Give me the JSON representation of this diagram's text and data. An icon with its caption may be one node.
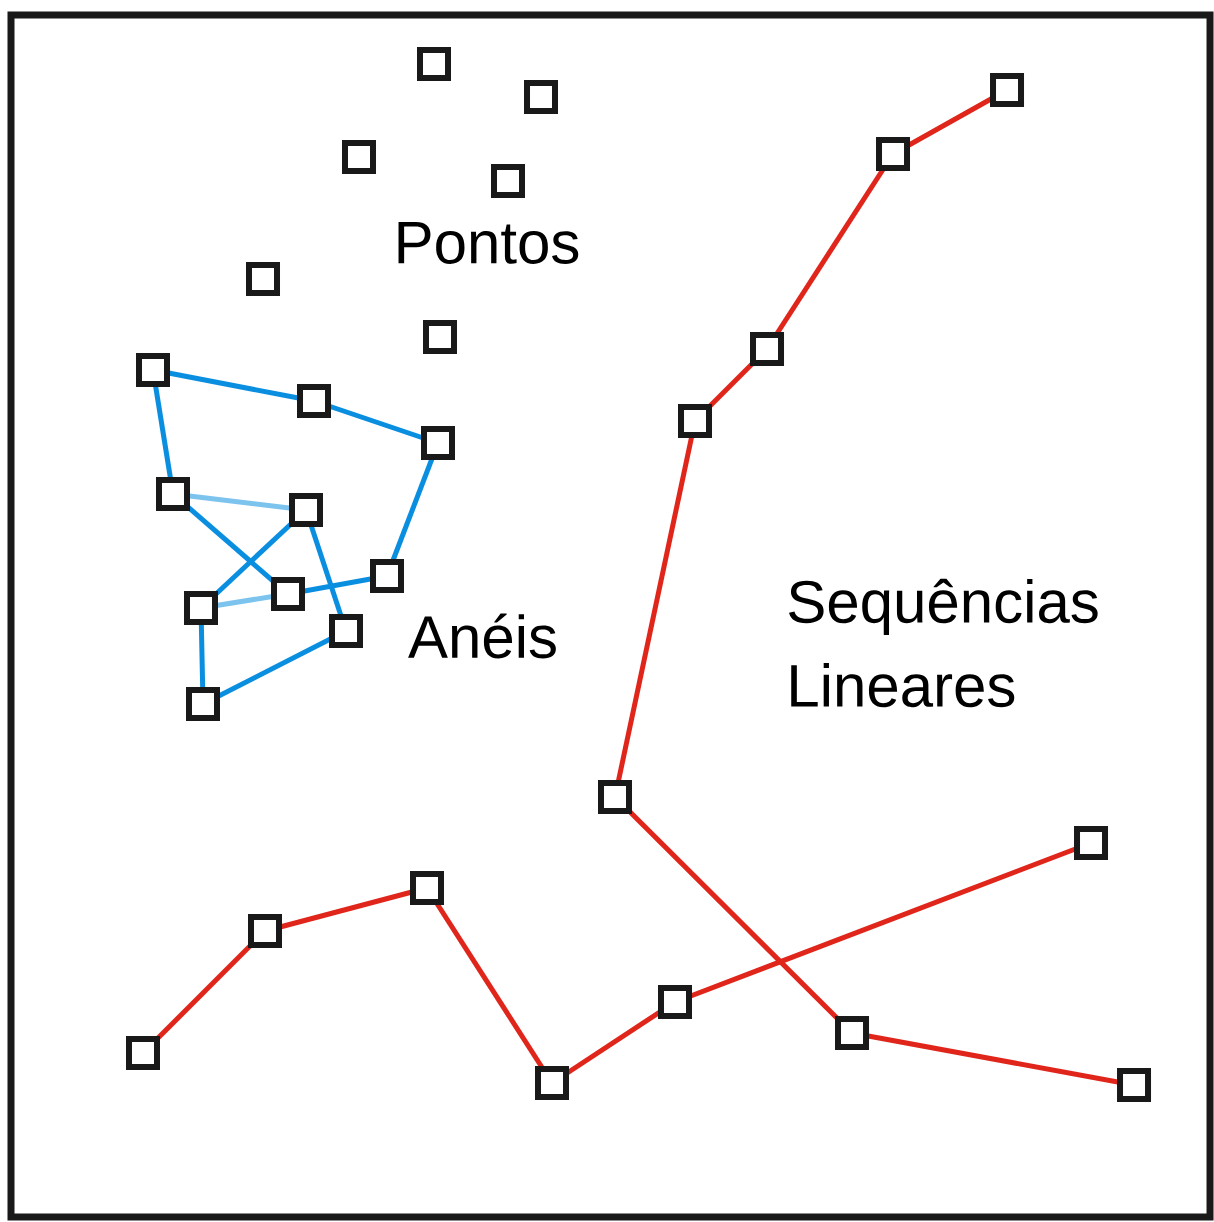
{
  "diagram": {
    "nodes": [
      {
        "text": [],
        "shape": "box"
      },
      {
        "text": [],
        "shape": "box"
      },
      {
        "text": [],
        "shape": "box"
      },
      {
        "text": [],
        "shape": "box"
      },
      {
        "text": [],
        "shape": "box"
      },
      {
        "text": [],
        "shape": "box"
      },
      {
        "text": [],
        "shape": "box"
      },
      {
        "text": [],
        "shape": "box"
      },
      {
        "text": [],
        "shape": "box"
      },
      {
        "text": [],
        "shape": "box"
      },
      {
        "text": [],
        "shape": "box"
      },
      {
        "text": [],
        "shape": "box"
      },
      {
        "text": [],
        "shape": "box"
      },
      {
        "text": [],
        "shape": "box"
      },
      {
        "text": [],
        "shape": "box"
      },
      {
        "text": [],
        "shape": "box"
      },
      {
        "text": [],
        "shape": "box"
      },
      {
        "text": [],
        "shape": "box"
      },
      {
        "text": [],
        "shape": "box"
      },
      {
        "text": [],
        "shape": "box"
      },
      {
        "text": [],
        "shape": "box"
      },
      {
        "text": [],
        "shape": "box"
      },
      {
        "text": [],
        "shape": "box"
      },
      {
        "text": [],
        "shape": "box"
      },
      {
        "text": [],
        "shape": "box"
      },
      {
        "text": [],
        "shape": "box"
      },
      {
        "text": [],
        "shape": "box"
      },
      {
        "text": [],
        "shape": "box"
      },
      {
        "text": [],
        "shape": "box"
      }
    ],
    "edges": [
      {
        "from": 6,
        "to": 7,
        "arrow": "none",
        "color": "#0a8ee0"
      },
      {
        "from": 7,
        "to": 8,
        "arrow": "none",
        "color": "#0a8ee0"
      },
      {
        "from": 6,
        "to": 9,
        "arrow": "none",
        "color": "#0a8ee0"
      },
      {
        "from": 8,
        "to": 11,
        "arrow": "none",
        "color": "#0a8ee0"
      },
      {
        "from": 11,
        "to": 12,
        "arrow": "none",
        "color": "#0a8ee0"
      },
      {
        "from": 9,
        "to": 12,
        "arrow": "none",
        "color": "#0a8ee0"
      },
      {
        "from": 10,
        "to": 13,
        "arrow": "none",
        "color": "#0a8ee0"
      },
      {
        "from": 10,
        "to": 14,
        "arrow": "none",
        "color": "#0a8ee0"
      },
      {
        "from": 13,
        "to": 15,
        "arrow": "none",
        "color": "#0a8ee0"
      },
      {
        "from": 15,
        "to": 14,
        "arrow": "none",
        "color": "#0a8ee0"
      },
      {
        "from": 9,
        "to": 10,
        "arrow": "none",
        "color": "#7cc3ee"
      },
      {
        "from": 13,
        "to": 12,
        "arrow": "none",
        "color": "#7cc3ee"
      },
      {
        "from": 16,
        "to": 17,
        "arrow": "none",
        "color": "#e0251b"
      },
      {
        "from": 17,
        "to": 18,
        "arrow": "none",
        "color": "#e0251b"
      },
      {
        "from": 18,
        "to": 19,
        "arrow": "none",
        "color": "#e0251b"
      },
      {
        "from": 19,
        "to": 20,
        "arrow": "none",
        "color": "#e0251b"
      },
      {
        "from": 20,
        "to": 21,
        "arrow": "none",
        "color": "#e0251b"
      },
      {
        "from": 21,
        "to": 22,
        "arrow": "none",
        "color": "#e0251b"
      },
      {
        "from": 23,
        "to": 24,
        "arrow": "none",
        "color": "#e0251b"
      },
      {
        "from": 24,
        "to": 25,
        "arrow": "none",
        "color": "#e0251b"
      },
      {
        "from": 25,
        "to": 26,
        "arrow": "none",
        "color": "#e0251b"
      },
      {
        "from": 26,
        "to": 27,
        "arrow": "none",
        "color": "#e0251b"
      },
      {
        "from": 27,
        "to": 28,
        "arrow": "none",
        "color": "#e0251b"
      }
    ],
    "labels": [
      "Pontos",
      "Anéis",
      "Sequências Lineares"
    ]
  }
}
